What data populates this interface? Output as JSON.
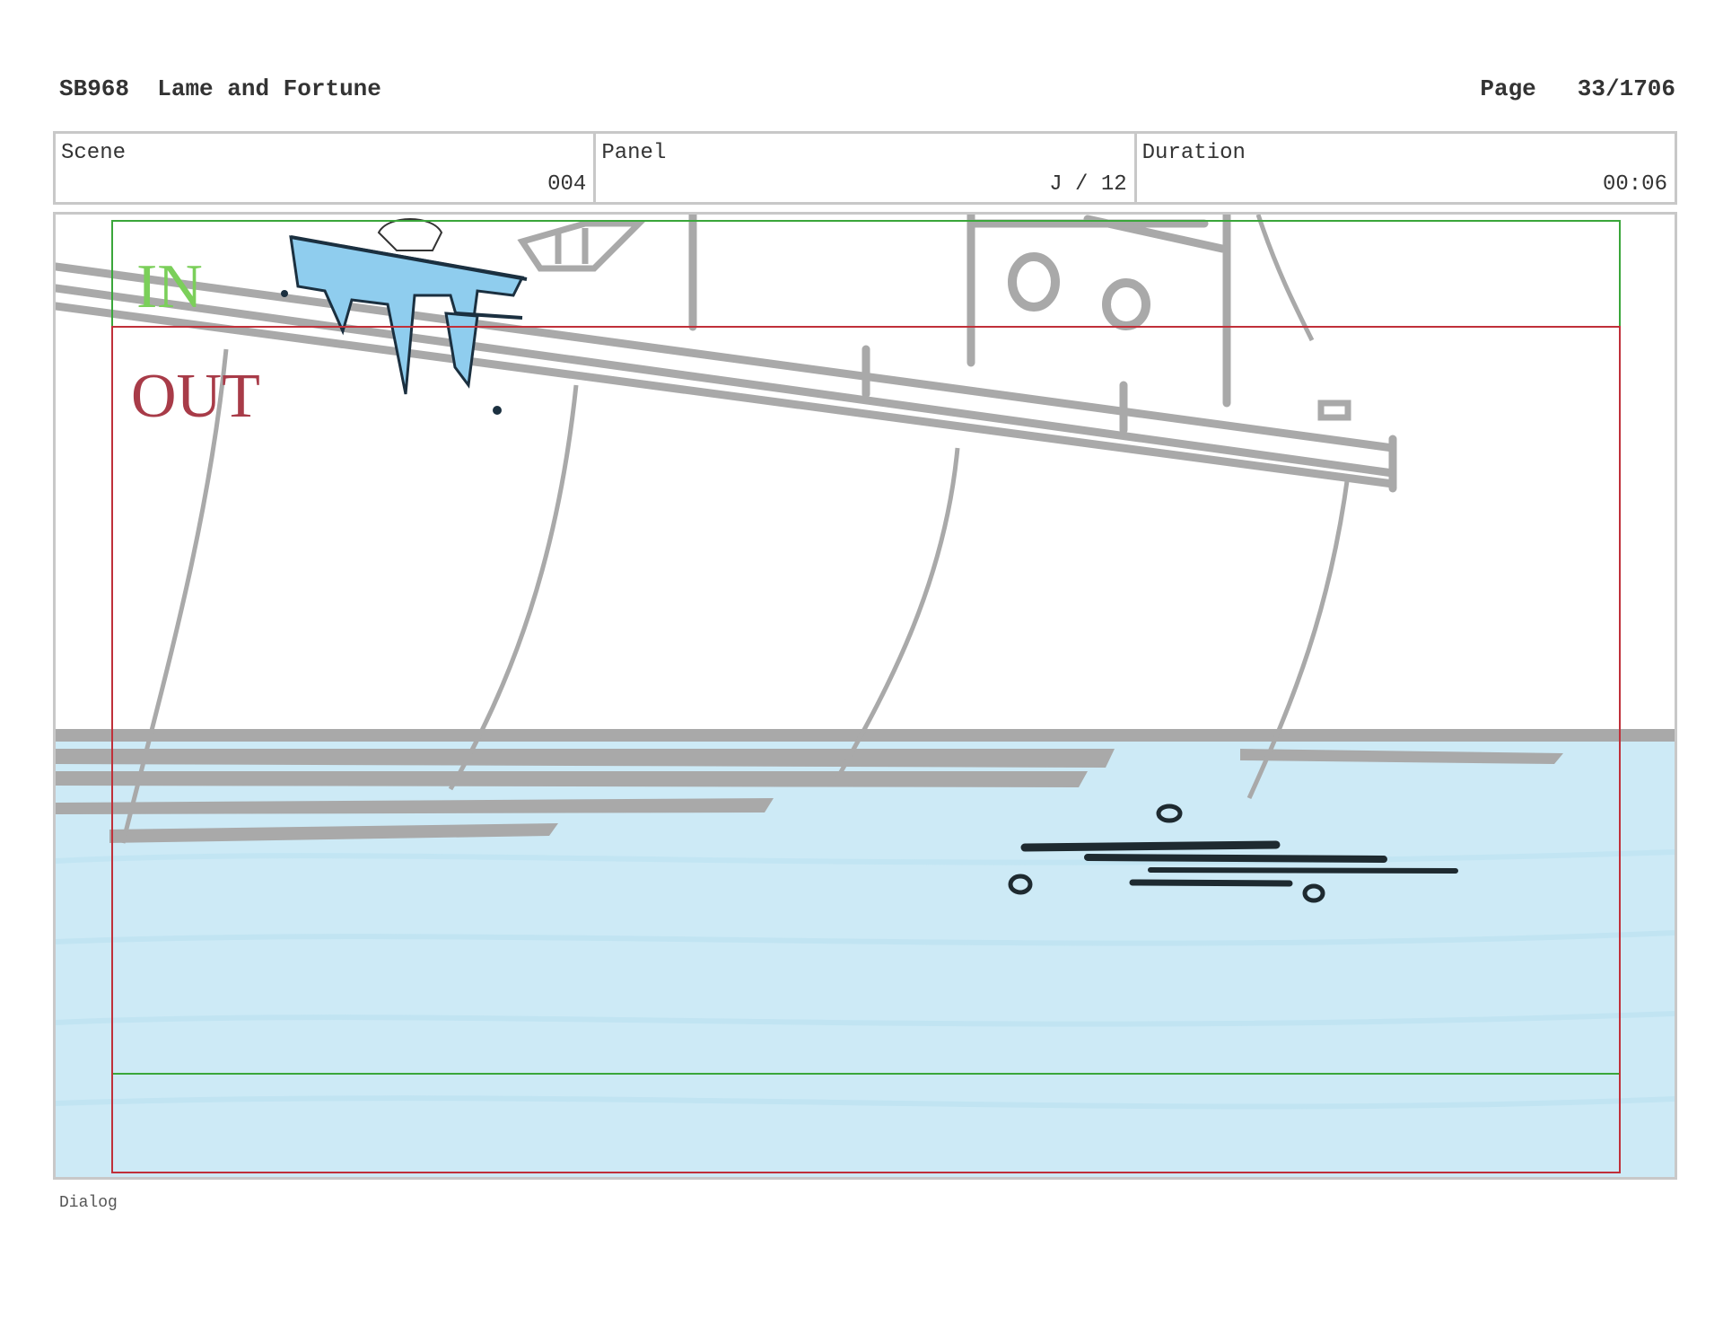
{
  "header": {
    "board_id": "SB968",
    "title": "Lame and Fortune",
    "page_label": "Page",
    "page_value": "33/1706"
  },
  "info": {
    "scene_label": "Scene",
    "scene_value": "004",
    "panel_label": "Panel",
    "panel_value": "J / 12",
    "duration_label": "Duration",
    "duration_value": "00:06"
  },
  "frame": {
    "in_label": "IN",
    "out_label": "OUT",
    "in_color": "#3aa63a",
    "out_color": "#c0303a",
    "water_color": "#cdeaf6",
    "line_color": "#a9a9a9"
  },
  "footer": {
    "dialog_label": "Dialog"
  }
}
